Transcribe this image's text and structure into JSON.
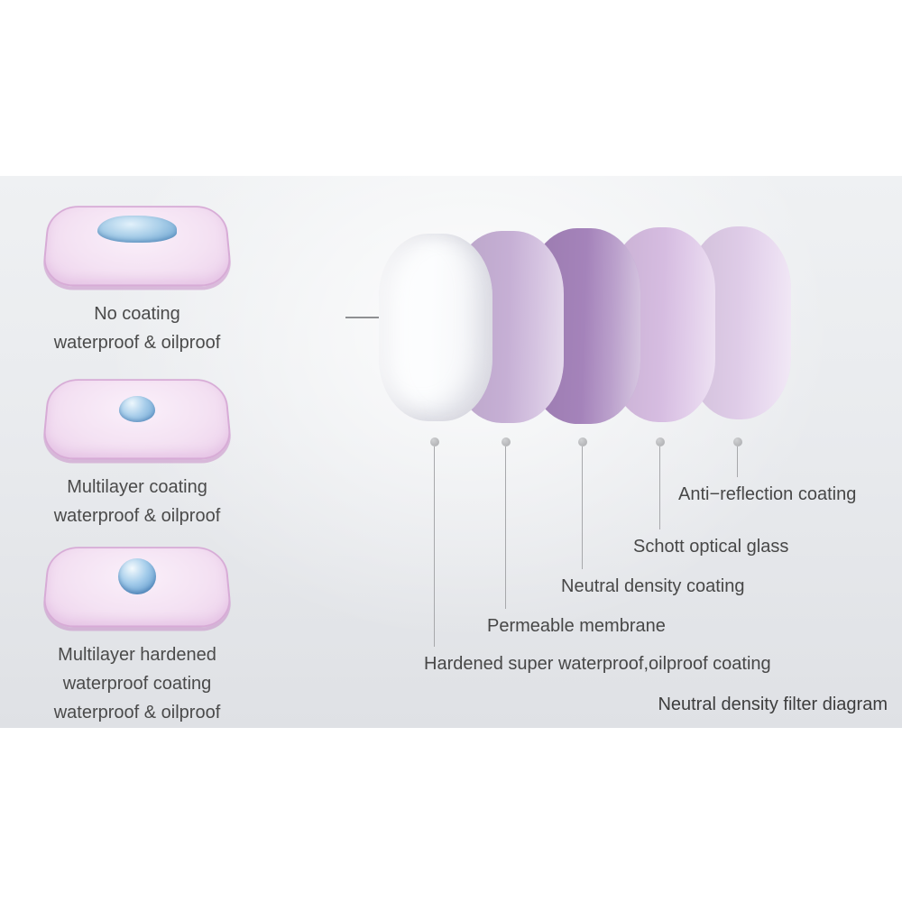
{
  "diagram": {
    "title": "Neutral density filter diagram",
    "pointer_icon": "arrow-right"
  },
  "samples": [
    {
      "droplet_icon": "flat-water-puddle",
      "lines": [
        "No coating",
        "waterproof & oilproof"
      ]
    },
    {
      "droplet_icon": "small-water-bead",
      "lines": [
        "Multilayer coating",
        "waterproof & oilproof"
      ]
    },
    {
      "droplet_icon": "round-water-bead",
      "lines": [
        "Multilayer hardened",
        "waterproof coating",
        "waterproof & oilproof"
      ]
    }
  ],
  "layers": [
    {
      "label": "Hardened super waterproof,oilproof coating",
      "color": "#fcfdfe"
    },
    {
      "label": "Permeable membrane",
      "color": "#c9b2d8"
    },
    {
      "label": "Neutral density coating",
      "color": "#a785bd"
    },
    {
      "label": "Schott optical glass",
      "color": "#d9bfe4"
    },
    {
      "label": "Anti−reflection coating",
      "color": "#e2cfeb"
    }
  ]
}
